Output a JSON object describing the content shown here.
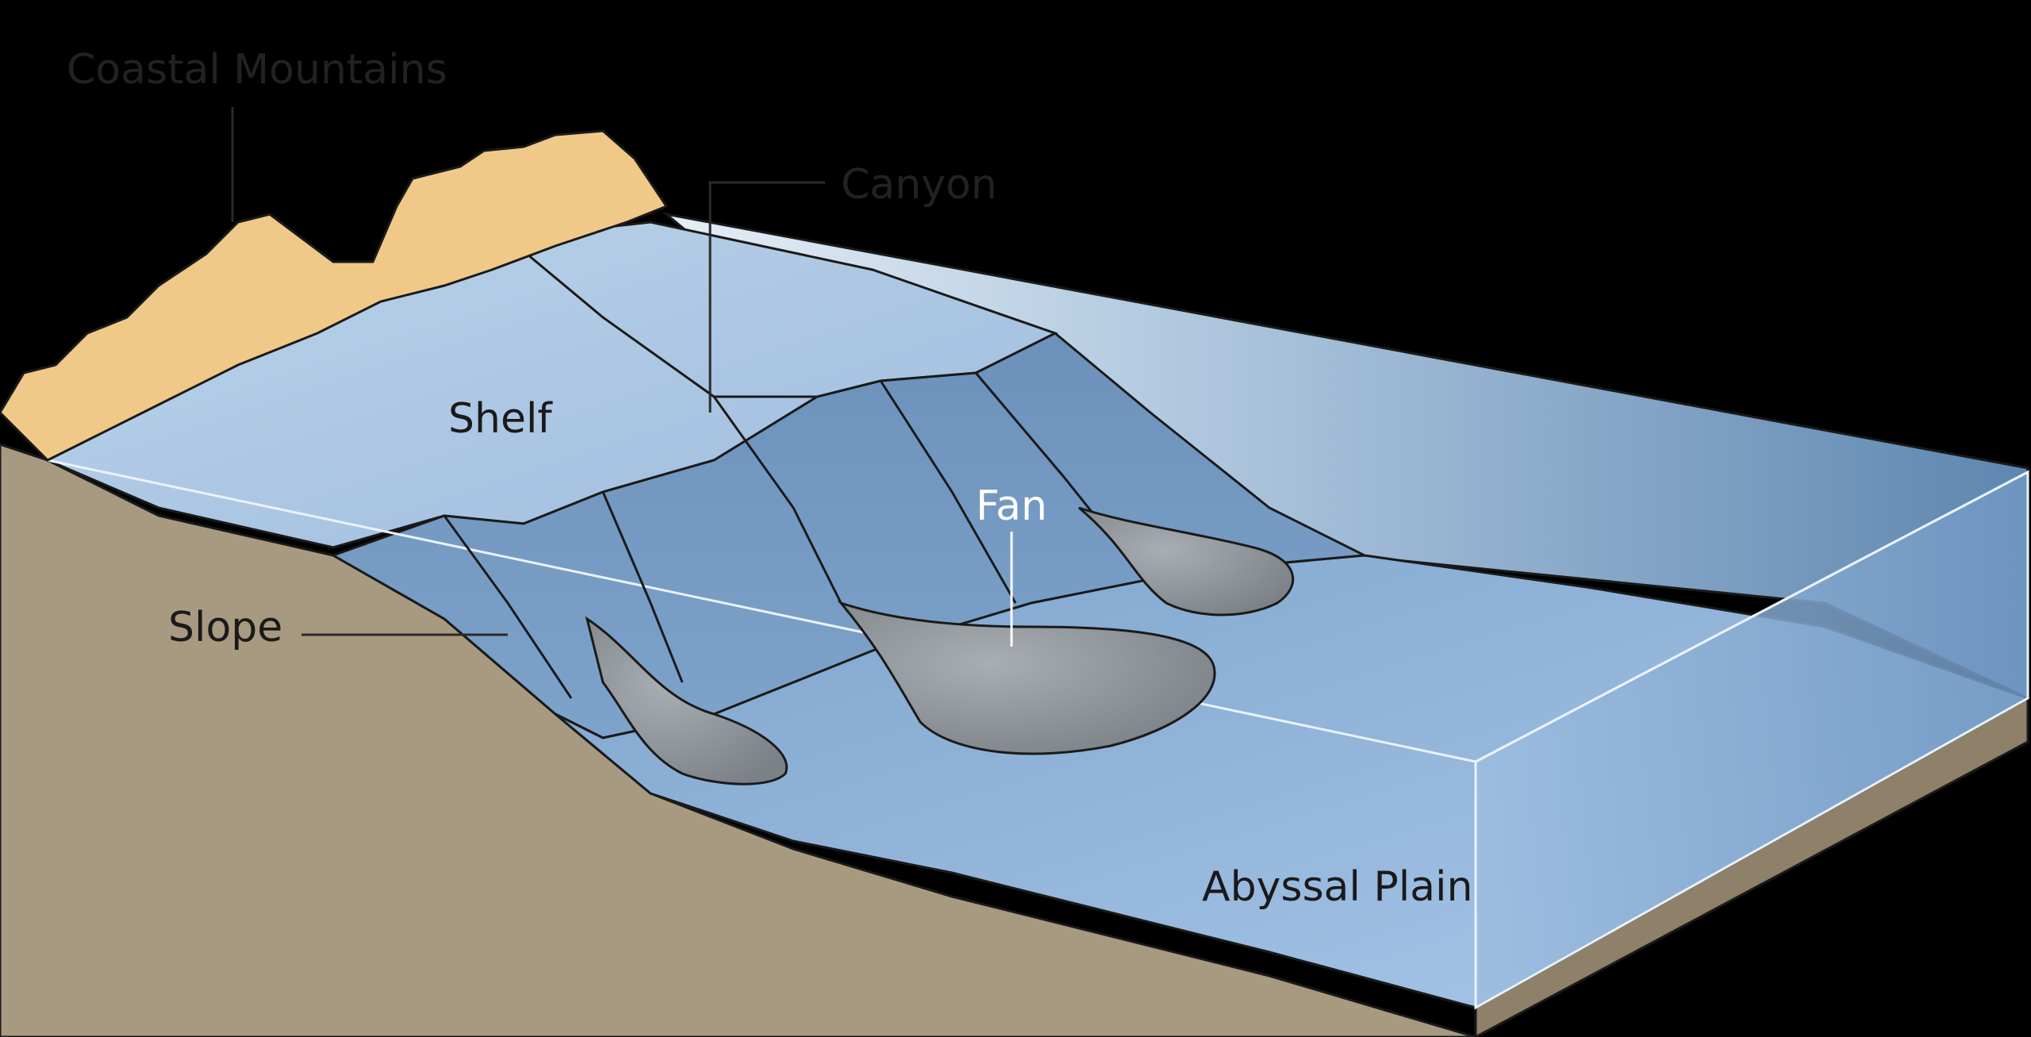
{
  "labels": {
    "coastal_mountains": "Coastal Mountains",
    "canyon": "Canyon",
    "shelf": "Shelf",
    "fan": "Fan",
    "slope": "Slope",
    "abyssal_plain": "Abyssal Plain"
  },
  "colors": {
    "background": "#000000",
    "dark_label": "#222222",
    "light_label": "#ffffff",
    "leader_line": "#2a2a2a",
    "sediment": "#a89a80",
    "mountain": "#f0c988",
    "shelf_water": "#a9c6e2",
    "slope_water": "#6f94bd",
    "deep_water": "#5a82ad",
    "abyssal_floor": "#a6c4e6",
    "fan_deposit": "#8b9196"
  },
  "icons": [
    "mountain-icon",
    "water-block-icon",
    "sediment-fan-icon"
  ]
}
